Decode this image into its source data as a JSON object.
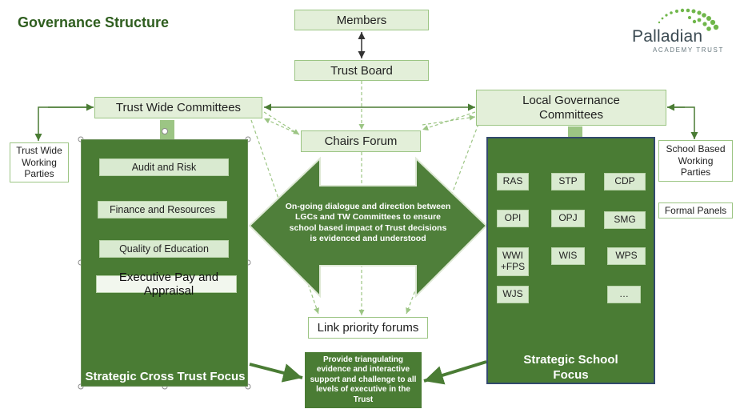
{
  "title": "Governance Structure",
  "logo": {
    "name": "Palladian",
    "sub": "ACADEMY TRUST"
  },
  "nodes": {
    "members": "Members",
    "trust_board": "Trust Board",
    "trust_wide_committees": "Trust Wide Committees",
    "local_governance": "Local Governance\nCommittees",
    "chairs_forum": "Chairs Forum",
    "trust_wide_working_parties": "Trust Wide\nWorking\nParties",
    "school_based_working_parties": "School Based\nWorking\nParties",
    "formal_panels": "Formal Panels",
    "link_priority_forums": "Link priority forums"
  },
  "left_panel": {
    "items": [
      "Audit and Risk",
      "Finance and Resources",
      "Quality of Education",
      "Executive Pay and Appraisal"
    ],
    "label": "Strategic Cross Trust Focus"
  },
  "right_panel": {
    "items": [
      "RAS",
      "STP",
      "CDP",
      "OPI",
      "OPJ",
      "SMG",
      "WWI\n+FPS",
      "WIS",
      "WPS",
      "WJS",
      "…"
    ],
    "label": "Strategic School\nFocus"
  },
  "center_arrow_text": "On-going dialogue and direction between LGCs and TW Committees to ensure school based impact of Trust decisions is evidenced and understood",
  "provide_text": "Provide triangulating evidence and interactive support and challenge to all levels of executive in the Trust",
  "colors": {
    "dark_green": "#4a7c34",
    "light_green": "#e3efd9",
    "title_green": "#2f5e1f"
  }
}
